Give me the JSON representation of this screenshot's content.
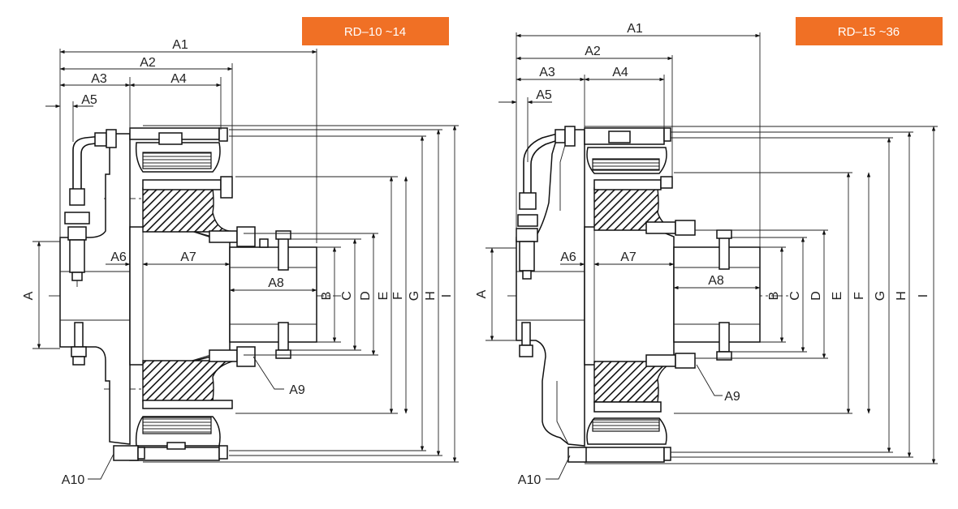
{
  "badges": {
    "left": "RD–10 ~14",
    "right": "RD–15 ~36",
    "color": "#F07025"
  },
  "labels": {
    "a1": "A1",
    "a2": "A2",
    "a3": "A3",
    "a4": "A4",
    "a5": "A5",
    "a6": "A6",
    "a7": "A7",
    "a8": "A8",
    "a9": "A9",
    "a10": "A10",
    "a": "A",
    "b": "B",
    "c": "C",
    "d": "D",
    "e": "E",
    "f": "F",
    "g": "G",
    "h": "H",
    "i": "I"
  }
}
